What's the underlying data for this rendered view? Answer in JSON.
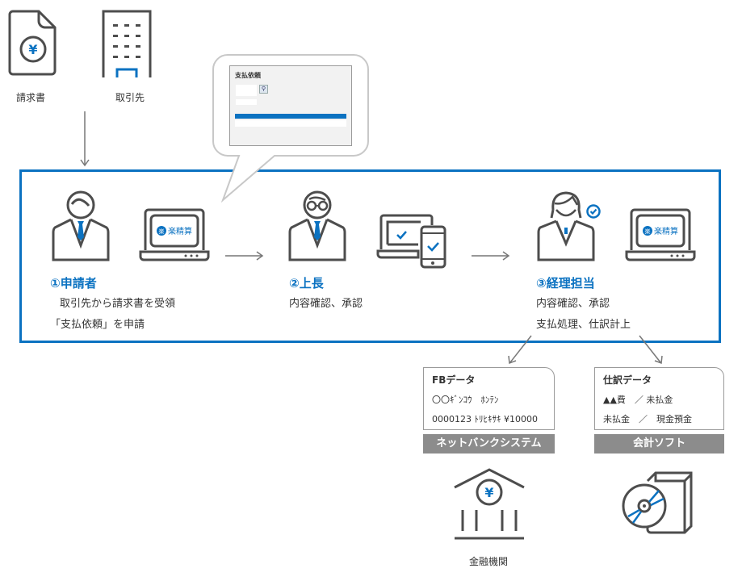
{
  "top_icons": {
    "invoice_label": "請求書",
    "supplier_label": "取引先"
  },
  "callout": {
    "screen_title": "支払依頼"
  },
  "app_logo_text": "楽精算",
  "app_logo_badge": "楽",
  "steps": [
    {
      "title": "①申請者",
      "lines": [
        "取引先から請求書を受領",
        "「支払依頼」を申請"
      ]
    },
    {
      "title": "②上長",
      "lines": [
        "内容確認、承認"
      ]
    },
    {
      "title": "③経理担当",
      "lines": [
        "内容確認、承認",
        "支払処理、仕訳計上"
      ]
    }
  ],
  "fb_card": {
    "title": "FBデータ",
    "row1": "〇〇ｷﾞﾝｺｳ　ﾎﾝﾃﾝ",
    "row2": "0000123 ﾄﾘﾋｷｻｷ ¥10000",
    "system": "ネットバンクシステム"
  },
  "journal_card": {
    "title": "仕訳データ",
    "row1": "▲▲費　／ 未払金",
    "row2": "未払金　／　現金預金",
    "system": "会計ソフト"
  },
  "bank_label": "金融機関",
  "yen_symbol": "¥",
  "colors": {
    "accent": "#0b72c1",
    "icon_stroke": "#4d4d4d",
    "system_label_bg": "#8c8c8c"
  }
}
